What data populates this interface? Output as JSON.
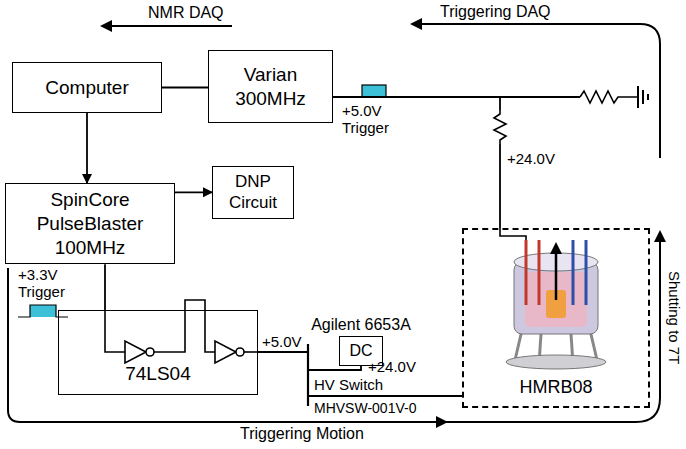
{
  "diagram": {
    "nodes": [
      {
        "text": [
          "Computer"
        ]
      },
      {
        "text": [
          "Varian 300MHz"
        ]
      },
      {
        "text": [
          "SpinCore PulseBlaster 100MHz"
        ]
      },
      {
        "text": [
          "DNP Circuit"
        ]
      },
      {
        "text": [
          "Agilent 6653A",
          "DC"
        ]
      },
      {
        "text": [
          "74LS04"
        ]
      },
      {
        "text": [
          "HMRB08"
        ]
      }
    ],
    "edges": [
      {
        "from": 0,
        "to": 2,
        "arrow": "to"
      },
      {
        "from": 2,
        "to": 3,
        "arrow": "to"
      },
      {
        "from": 1,
        "to": 0,
        "arrow": "none"
      },
      {
        "from": 2,
        "to": 5,
        "arrow": "none"
      },
      {
        "from": 5,
        "to": 6,
        "arrow": "none"
      },
      {
        "from": 4,
        "to": 6,
        "arrow": "none"
      },
      {
        "from": 1,
        "to": 6,
        "arrow": "none"
      }
    ],
    "labels": [
      "NMR DAQ",
      "Triggering DAQ",
      "+5.0V Trigger",
      "+24.0V",
      "+3.3V Trigger",
      "+5.0V",
      "+24.0V",
      "HV Switch",
      "MHVSW-001V-0",
      "Shutting to 7T",
      "Triggering Motion"
    ]
  }
}
